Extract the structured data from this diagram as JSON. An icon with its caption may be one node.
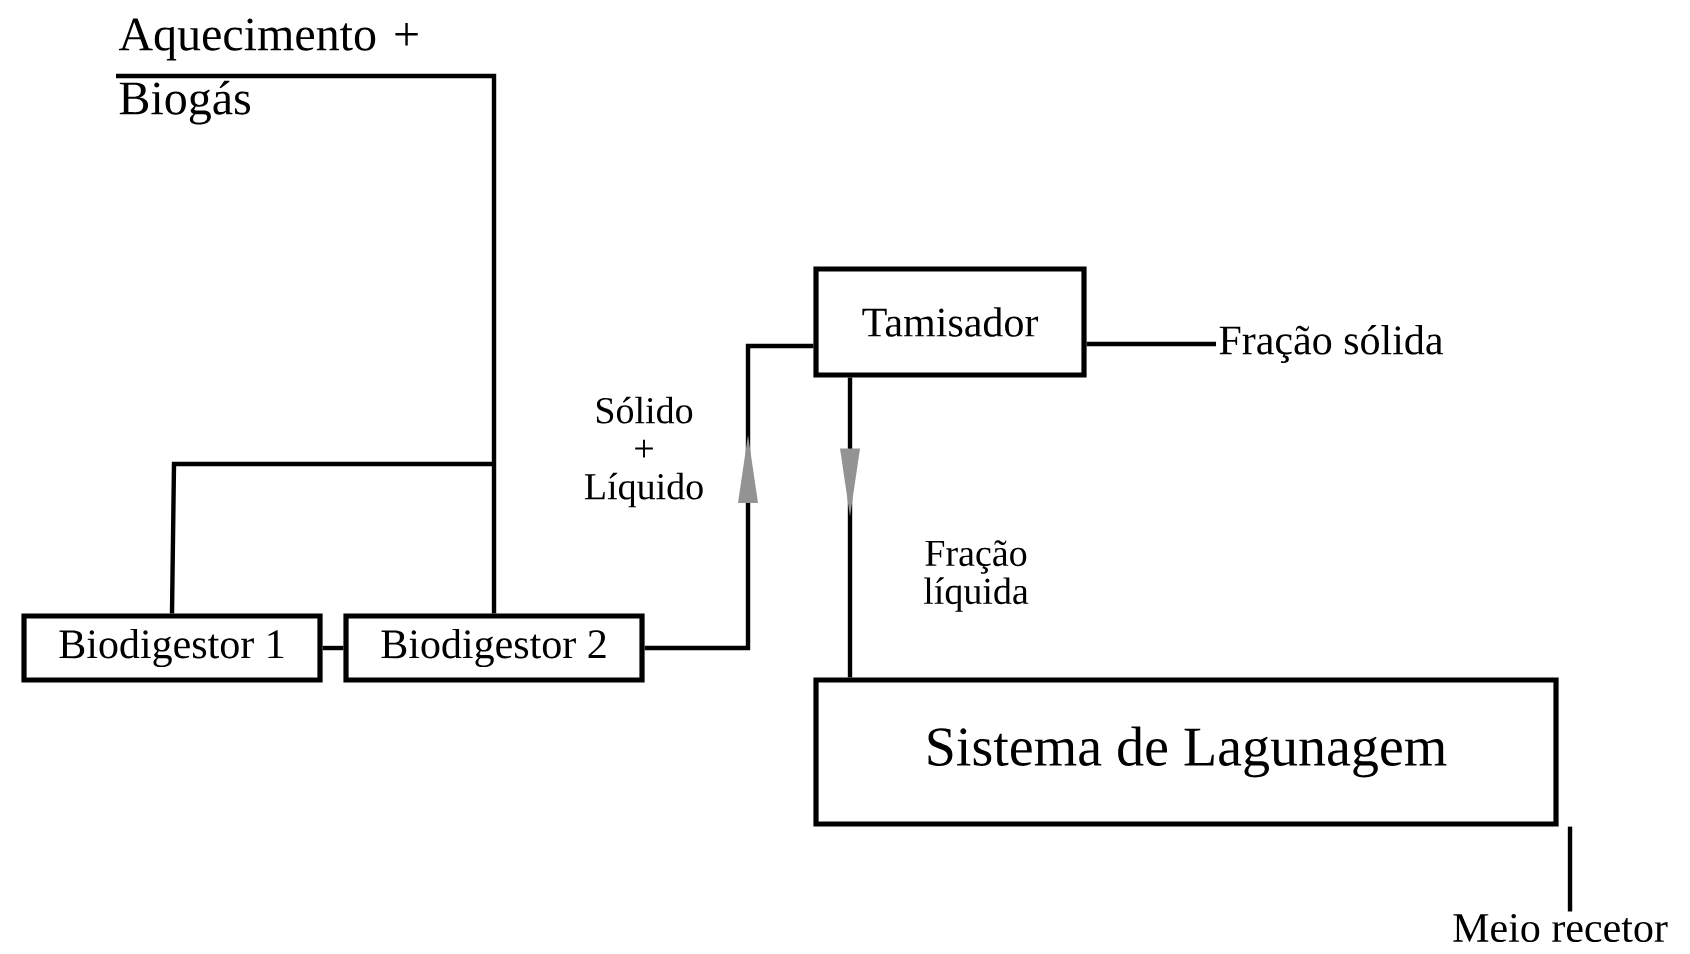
{
  "diagram": {
    "nodes": [
      {
        "text": [
          "Biodigestor 1"
        ]
      },
      {
        "text": [
          "Biodigestor 2"
        ]
      },
      {
        "text": [
          "Tamisador"
        ]
      },
      {
        "text": [
          "Sistema de Lagunagem"
        ]
      },
      {
        "text": [
          "Aquecimento + Biogás"
        ]
      },
      {
        "text": [
          "Fração sólida"
        ]
      },
      {
        "text": [
          "Meio recetor"
        ]
      }
    ],
    "edges": [
      {
        "from": 0,
        "to": 1,
        "arrow": "none"
      },
      {
        "from": 0,
        "to": 4,
        "arrow": "none"
      },
      {
        "from": 1,
        "to": 4,
        "arrow": "none"
      },
      {
        "from": 1,
        "to": 2,
        "arrow": "to",
        "label": "Sólido + Líquido"
      },
      {
        "from": 2,
        "to": 3,
        "arrow": "to",
        "label": "Fração líquida"
      },
      {
        "from": 2,
        "to": 5,
        "arrow": "none"
      },
      {
        "from": 3,
        "to": 6,
        "arrow": "none"
      }
    ]
  }
}
